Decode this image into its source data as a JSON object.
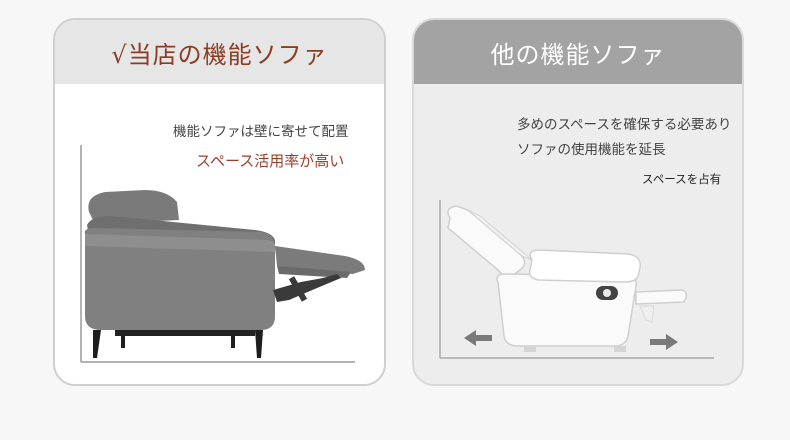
{
  "left_card": {
    "title": "√当店の機能ソファ",
    "line1": "機能ソファは壁に寄せて配置",
    "line2": "スペース活用率が高い"
  },
  "right_card": {
    "title": "他の機能ソファ",
    "line1": "多めのスペースを確保する必要あり",
    "line2": "ソファの使用機能を延長",
    "line3": "スペースを占有"
  },
  "colors": {
    "accent": "#9b3f2a",
    "left_header_bg": "#e6e6e6",
    "right_header_bg": "#a3a3a3",
    "sofa_gray": "#7d7d7d",
    "arrow_gray": "#7a7a7a"
  },
  "icons": [
    "sofa-reclined-illustration",
    "sofa-outline-illustration",
    "left-arrow-icon",
    "right-arrow-icon",
    "control-button-icon"
  ]
}
